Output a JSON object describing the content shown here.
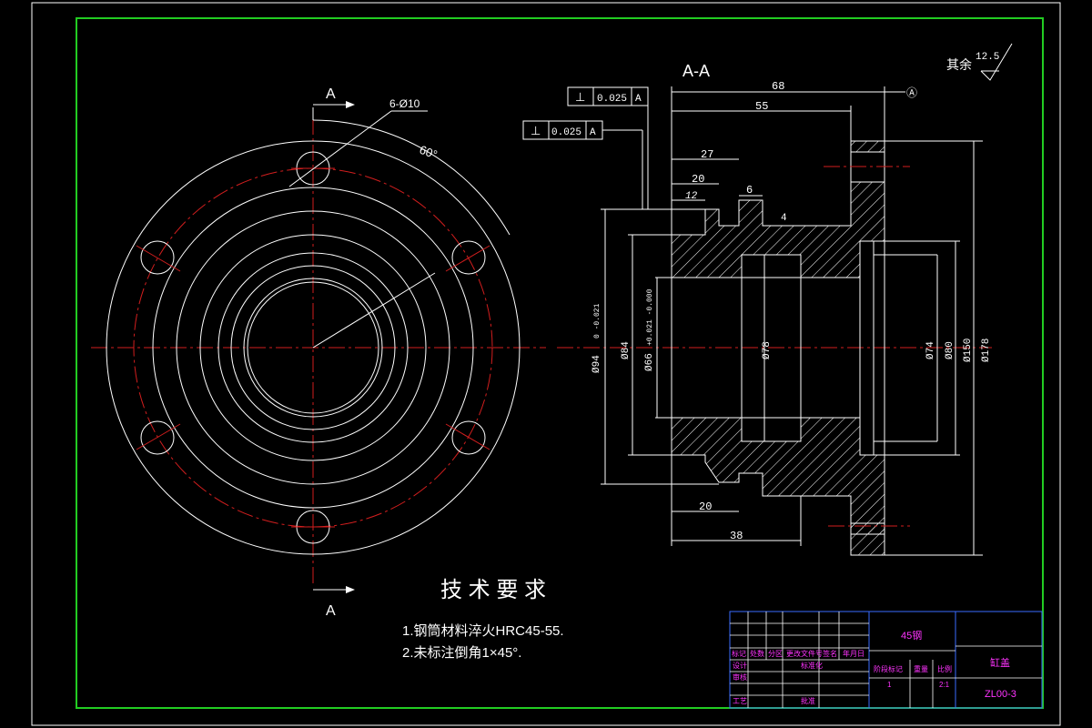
{
  "section_label": "A-A",
  "cut_label": "A",
  "roughness_note": {
    "prefix": "其余",
    "value": "12.5"
  },
  "datum_label": "Ⓐ",
  "holes_label": "6-Ø10",
  "angle_label": "60°",
  "tolerance_frames": [
    {
      "symbol": "⊥",
      "value": "0.025",
      "datum": "A"
    },
    {
      "symbol": "⊥",
      "value": "0.025",
      "datum": "A"
    }
  ],
  "dimensions": {
    "d68": "68",
    "d55": "55",
    "d27": "27",
    "d20_top": "20",
    "d12": "12",
    "d6": "6",
    "d4": "4",
    "d20_bottom": "20",
    "d38": "38",
    "dia94": "Ø94",
    "dia94_tol": "0 -0.021",
    "dia84": "Ø84",
    "dia66": "Ø66",
    "dia66_tol": "+0.021 -0.000",
    "dia78": "Ø78",
    "dia74": "Ø74",
    "dia80": "Ø80",
    "dia150": "Ø150",
    "dia178": "Ø178"
  },
  "tech_req": {
    "title": "技 术 要 求",
    "items": [
      "1.钢筒材料淬火HRC45-55.",
      "2.未标注倒角1×45°."
    ]
  },
  "title_block": {
    "material": "45钢",
    "part_name": "缸盖",
    "drawing_no": "ZL00-3",
    "headers": [
      "标记",
      "处数",
      "分区",
      "更改文件号",
      "签名",
      "年月日"
    ],
    "roles": [
      "设计",
      "标准化",
      "审核",
      "工艺",
      "批准"
    ],
    "stage_labels": [
      "阶段标记",
      "重量",
      "比例"
    ],
    "quantity": "1",
    "scale": "2:1"
  }
}
